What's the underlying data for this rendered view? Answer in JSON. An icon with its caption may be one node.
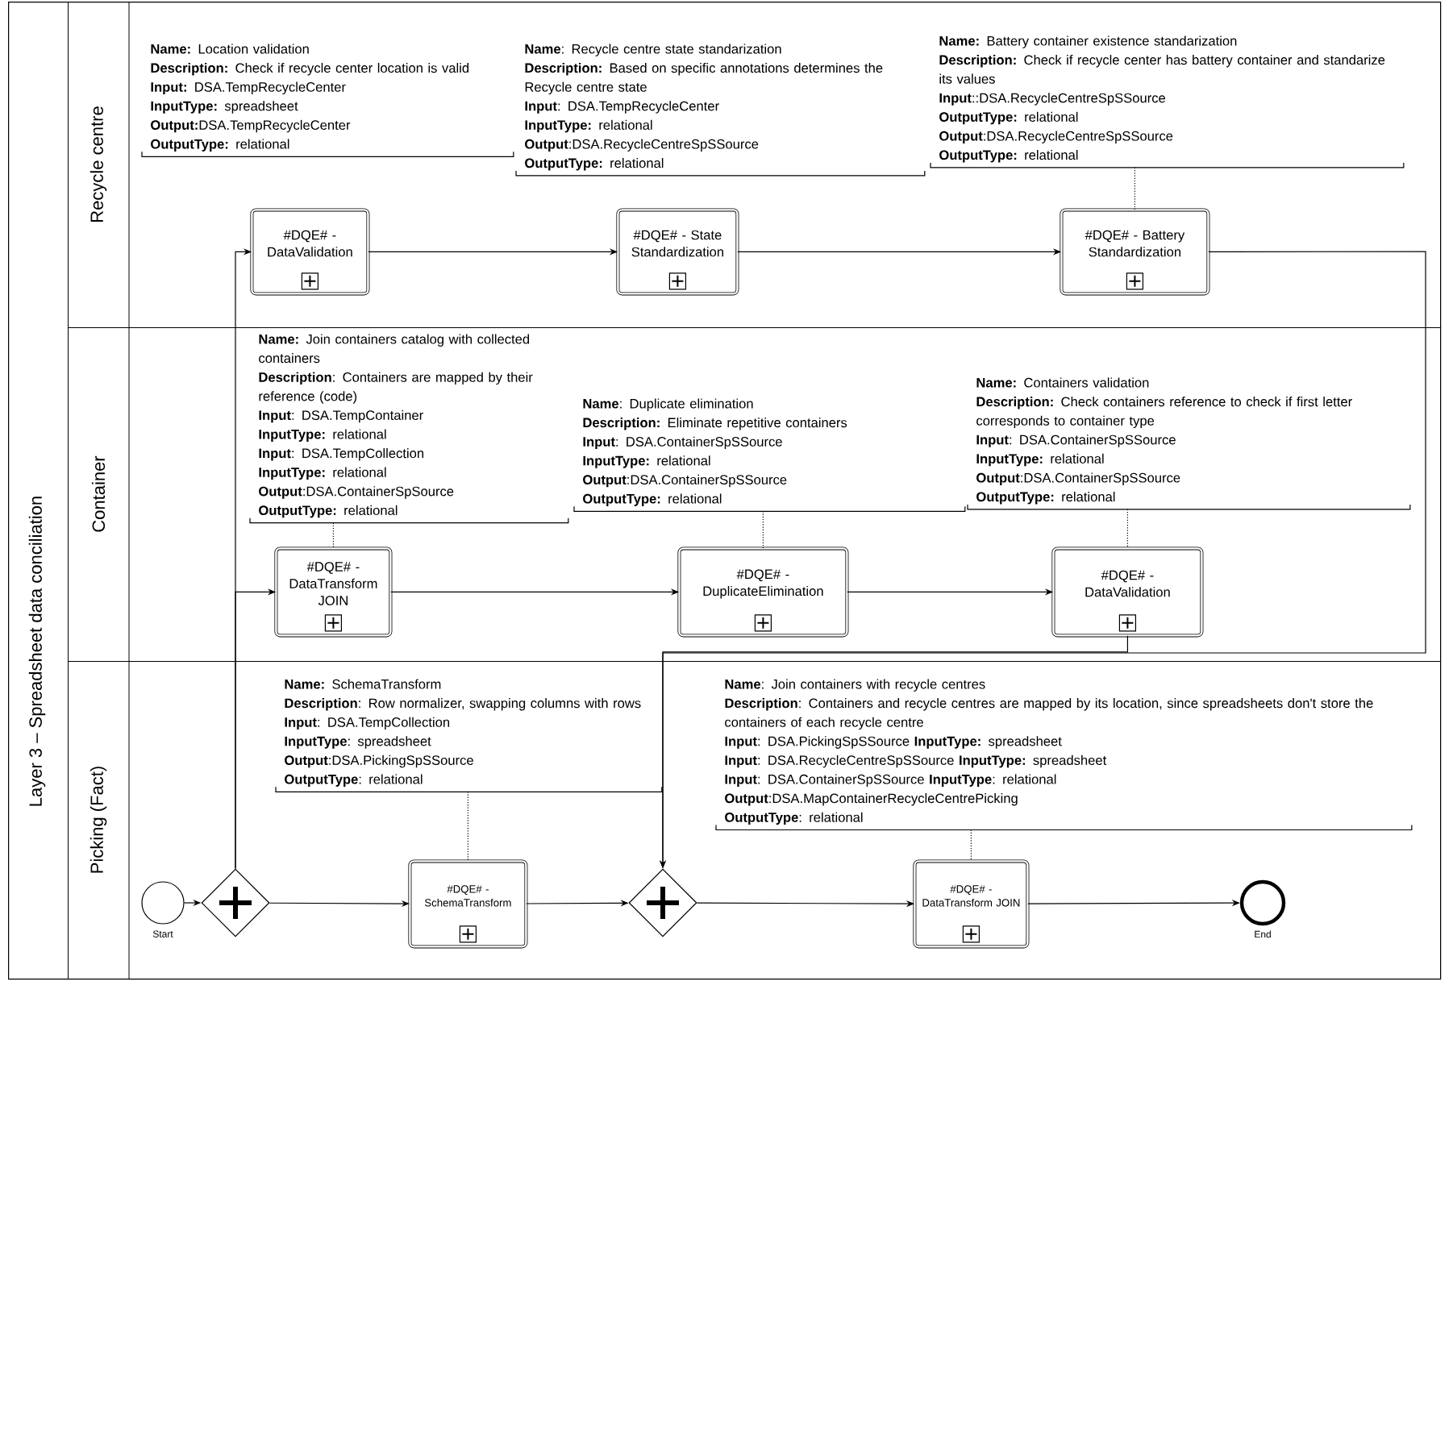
{
  "diagram": {
    "nodes": [
      {
        "text": [
          "Layer 3 – Spreadsheet data conciliation"
        ]
      },
      {
        "text": [
          "Recycle centre"
        ],
        "in": 0
      },
      {
        "text": [
          "**Name:** Location validation",
          "**Description:** Check if recycle center location is valid",
          "**Input:** DSA.TempRecycleCenter",
          "**InputType:** spreadsheet",
          "**Output:**DSA.TempRecycleCenter",
          "**OutputType:** relational"
        ],
        "in": 1
      },
      {
        "text": [
          "**Name**: Recycle centre state standarization",
          "**Description:** Based on specific annotations determines the Recycle centre state",
          "**Input**: DSA.TempRecycleCenter",
          "**InputType:** relational",
          "**Output**:DSA.RecycleCentreSpSSource",
          "**OutputType:** relational"
        ],
        "in": 1
      },
      {
        "text": [
          "**Name:** Battery container existence standarization",
          "**Description:** Check if recycle center has battery container and standarize its values",
          "**Input**::DSA.RecycleCentreSpSSource",
          "**OutputType:** relational",
          "**Output**:DSA.RecycleCentreSpSSource",
          "**OutputType:** relational"
        ],
        "in": 1
      },
      {
        "text": [
          "#DQE# - DataValidation"
        ],
        "in": 1
      },
      {
        "text": [
          "#DQE# - State Standardization"
        ],
        "in": 1
      },
      {
        "text": [
          "#DQE# - Battery Standardization"
        ],
        "in": 1
      },
      {
        "text": [
          "Container"
        ],
        "in": 0
      },
      {
        "text": [
          "**Name:** Join containers catalog with collected containers",
          "**Description**: Containers are mapped by their reference (code)",
          "**Input**: DSA.TempContainer",
          "**InputType:** relational",
          "**Input**: DSA.TempCollection",
          "**InputType:** relational",
          "**Output**:DSA.ContainerSpSource",
          "**OutputType:** relational"
        ],
        "in": 8
      },
      {
        "text": [
          "**Name**: Duplicate elimination",
          "**Description:** Eliminate repetitive containers",
          "**Input**: DSA.ContainerSpSSource",
          "**InputType:** relational",
          "**Output**:DSA.ContainerSpSSource",
          "**OutputType:** relational"
        ],
        "in": 8
      },
      {
        "text": [
          "**Name:** Containers validation",
          "**Description:** Check containers reference to check if first letter corresponds to container type",
          "**Input**: DSA.ContainerSpSSource",
          "**InputType:** relational",
          "**Output**:DSA.ContainerSpSSource",
          "**OutputType:** relational"
        ],
        "in": 8
      },
      {
        "text": [
          "#DQE# - DataTransform JOIN"
        ],
        "in": 8
      },
      {
        "text": [
          "#DQE# - DuplicateElimination"
        ],
        "in": 8
      },
      {
        "text": [
          "#DQE# - DataValidation"
        ],
        "in": 8
      },
      {
        "text": [
          "Picking (Fact)"
        ],
        "in": 0
      },
      {
        "text": [
          "**Name:** SchemaTransform",
          "**Description**: Row normalizer, swapping columns with rows",
          "**Input**: DSA.TempCollection",
          "**InputType**: spreadsheet",
          "**Output**:DSA.PickingSpSSource",
          "**OutputType**: relational"
        ],
        "in": 15
      },
      {
        "text": [
          "**Name**: Join containers with recycle centres",
          "**Description**: Containers and recycle centres are mapped by its location, since spreadsheets don't store the containers of each recycle centre",
          "**Input**: DSA.PickingSpSSource **InputType:** spreadsheet",
          "**Input**: DSA.RecycleCentreSpSSource **InputType:** spreadsheet",
          "**Input**: DSA.ContainerSpSSource **InputType**: relational",
          "**Output**:DSA.MapContainerRecycleCentrePicking",
          "**OutputType**: relational"
        ],
        "in": 15
      },
      {
        "text": [],
        "shape": "circle",
        "beside": [
          "Start"
        ],
        "in": 15
      },
      {
        "text": [],
        "shape": "diamond",
        "in": 15
      },
      {
        "text": [
          "#DQE# - SchemaTransform"
        ],
        "in": 15
      },
      {
        "text": [],
        "shape": "diamond",
        "in": 15
      },
      {
        "text": [
          "#DQE# - DataTransform JOIN"
        ],
        "in": 15
      },
      {
        "text": [],
        "shape": "circle",
        "beside": [
          "End"
        ],
        "in": 15
      }
    ],
    "edges": [
      {
        "from": 5,
        "to": 6,
        "arrow": "to"
      },
      {
        "from": 6,
        "to": 7,
        "arrow": "to"
      },
      {
        "from": 7,
        "to": 21,
        "arrow": "to"
      },
      {
        "from": 12,
        "to": 13,
        "arrow": "to"
      },
      {
        "from": 13,
        "to": 14,
        "arrow": "to"
      },
      {
        "from": 14,
        "to": 21,
        "arrow": "to"
      },
      {
        "from": 18,
        "to": 19,
        "arrow": "to"
      },
      {
        "from": 19,
        "to": 5,
        "arrow": "to"
      },
      {
        "from": 19,
        "to": 12,
        "arrow": "to"
      },
      {
        "from": 19,
        "to": 20,
        "arrow": "to"
      },
      {
        "from": 20,
        "to": 21,
        "arrow": "to"
      },
      {
        "from": 21,
        "to": 22,
        "arrow": "to"
      },
      {
        "from": 22,
        "to": 23,
        "arrow": "to"
      },
      {
        "from": 4,
        "to": 7,
        "arrow": "none",
        "style": "dashed"
      },
      {
        "from": 9,
        "to": 12,
        "arrow": "none",
        "style": "dashed"
      },
      {
        "from": 10,
        "to": 13,
        "arrow": "none",
        "style": "dashed"
      },
      {
        "from": 11,
        "to": 14,
        "arrow": "none",
        "style": "dashed"
      },
      {
        "from": 16,
        "to": 20,
        "arrow": "none",
        "style": "dashed"
      },
      {
        "from": 17,
        "to": 22,
        "arrow": "none",
        "style": "dashed"
      }
    ]
  }
}
